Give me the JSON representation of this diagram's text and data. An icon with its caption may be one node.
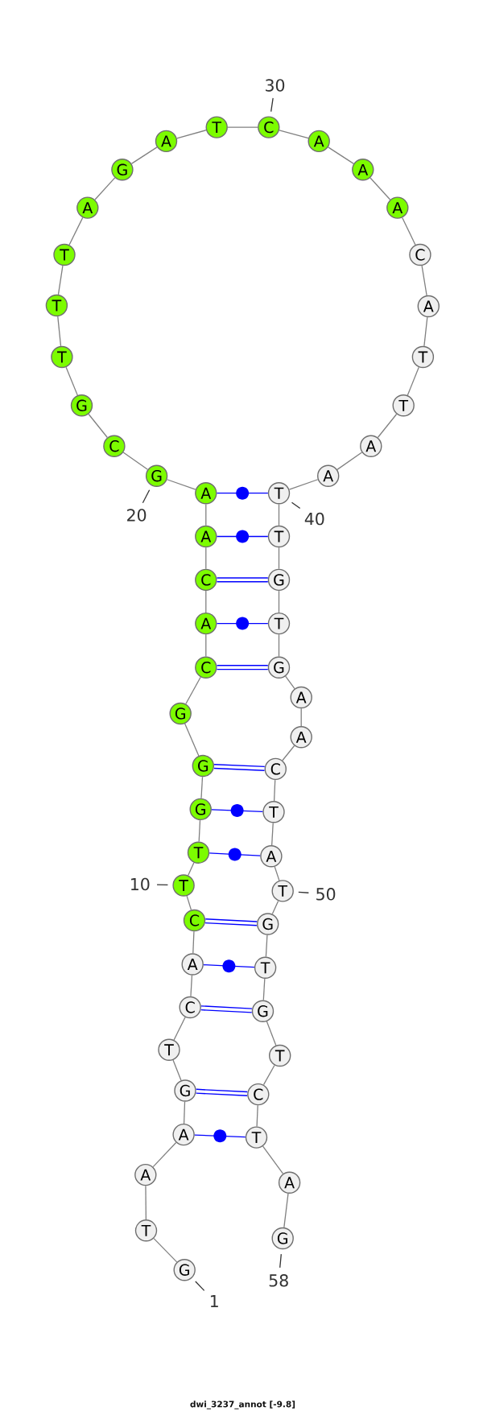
{
  "diagram": {
    "caption": "dwi_3237_annot [-9.8]",
    "nodes": [
      {
        "text": [
          "G"
        ]
      },
      {
        "text": [
          "T"
        ]
      },
      {
        "text": [
          "A"
        ]
      },
      {
        "text": [
          "A"
        ]
      },
      {
        "text": [
          "G"
        ]
      },
      {
        "text": [
          "T"
        ]
      },
      {
        "text": [
          "C"
        ]
      },
      {
        "text": [
          "A"
        ]
      },
      {
        "text": [
          "C"
        ]
      },
      {
        "text": [
          "T"
        ]
      },
      {
        "text": [
          "T"
        ]
      },
      {
        "text": [
          "G"
        ]
      },
      {
        "text": [
          "G"
        ]
      },
      {
        "text": [
          "G"
        ]
      },
      {
        "text": [
          "C"
        ]
      },
      {
        "text": [
          "A"
        ]
      },
      {
        "text": [
          "C"
        ]
      },
      {
        "text": [
          "A"
        ]
      },
      {
        "text": [
          "A"
        ]
      },
      {
        "text": [
          "G"
        ]
      },
      {
        "text": [
          "C"
        ]
      },
      {
        "text": [
          "G"
        ]
      },
      {
        "text": [
          "T"
        ]
      },
      {
        "text": [
          "T"
        ]
      },
      {
        "text": [
          "T"
        ]
      },
      {
        "text": [
          "A"
        ]
      },
      {
        "text": [
          "G"
        ]
      },
      {
        "text": [
          "A"
        ]
      },
      {
        "text": [
          "T"
        ]
      },
      {
        "text": [
          "C"
        ]
      },
      {
        "text": [
          "A"
        ]
      },
      {
        "text": [
          "A"
        ]
      },
      {
        "text": [
          "A"
        ]
      },
      {
        "text": [
          "C"
        ]
      },
      {
        "text": [
          "A"
        ]
      },
      {
        "text": [
          "T"
        ]
      },
      {
        "text": [
          "T"
        ]
      },
      {
        "text": [
          "A"
        ]
      },
      {
        "text": [
          "A"
        ]
      },
      {
        "text": [
          "T"
        ]
      },
      {
        "text": [
          "T"
        ]
      },
      {
        "text": [
          "G"
        ]
      },
      {
        "text": [
          "T"
        ]
      },
      {
        "text": [
          "G"
        ]
      },
      {
        "text": [
          "A"
        ]
      },
      {
        "text": [
          "A"
        ]
      },
      {
        "text": [
          "C"
        ]
      },
      {
        "text": [
          "T"
        ]
      },
      {
        "text": [
          "A"
        ]
      },
      {
        "text": [
          "T"
        ]
      },
      {
        "text": [
          "G"
        ]
      },
      {
        "text": [
          "T"
        ]
      },
      {
        "text": [
          "G"
        ]
      },
      {
        "text": [
          "T"
        ]
      },
      {
        "text": [
          "C"
        ]
      },
      {
        "text": [
          "T"
        ]
      },
      {
        "text": [
          "A"
        ]
      },
      {
        "text": [
          "G"
        ]
      },
      {
        "text": [
          "1"
        ]
      },
      {
        "text": [
          "10"
        ]
      },
      {
        "text": [
          "20"
        ]
      },
      {
        "text": [
          "30"
        ]
      },
      {
        "text": [
          "40"
        ]
      },
      {
        "text": [
          "50"
        ]
      },
      {
        "text": [
          "58"
        ]
      }
    ],
    "edges": [
      {
        "from": 0,
        "to": 1,
        "arrow": "none"
      },
      {
        "from": 1,
        "to": 2,
        "arrow": "none"
      },
      {
        "from": 2,
        "to": 3,
        "arrow": "none"
      },
      {
        "from": 3,
        "to": 4,
        "arrow": "none"
      },
      {
        "from": 4,
        "to": 5,
        "arrow": "none"
      },
      {
        "from": 5,
        "to": 6,
        "arrow": "none"
      },
      {
        "from": 6,
        "to": 7,
        "arrow": "none"
      },
      {
        "from": 7,
        "to": 8,
        "arrow": "none"
      },
      {
        "from": 8,
        "to": 9,
        "arrow": "none"
      },
      {
        "from": 9,
        "to": 10,
        "arrow": "none"
      },
      {
        "from": 10,
        "to": 11,
        "arrow": "none"
      },
      {
        "from": 11,
        "to": 12,
        "arrow": "none"
      },
      {
        "from": 12,
        "to": 13,
        "arrow": "none"
      },
      {
        "from": 13,
        "to": 14,
        "arrow": "none"
      },
      {
        "from": 14,
        "to": 15,
        "arrow": "none"
      },
      {
        "from": 15,
        "to": 16,
        "arrow": "none"
      },
      {
        "from": 16,
        "to": 17,
        "arrow": "none"
      },
      {
        "from": 17,
        "to": 18,
        "arrow": "none"
      },
      {
        "from": 18,
        "to": 19,
        "arrow": "none"
      },
      {
        "from": 19,
        "to": 20,
        "arrow": "none"
      },
      {
        "from": 20,
        "to": 21,
        "arrow": "none"
      },
      {
        "from": 21,
        "to": 22,
        "arrow": "none"
      },
      {
        "from": 22,
        "to": 23,
        "arrow": "none"
      },
      {
        "from": 23,
        "to": 24,
        "arrow": "none"
      },
      {
        "from": 24,
        "to": 25,
        "arrow": "none"
      },
      {
        "from": 25,
        "to": 26,
        "arrow": "none"
      },
      {
        "from": 26,
        "to": 27,
        "arrow": "none"
      },
      {
        "from": 27,
        "to": 28,
        "arrow": "none"
      },
      {
        "from": 28,
        "to": 29,
        "arrow": "none"
      },
      {
        "from": 29,
        "to": 30,
        "arrow": "none"
      },
      {
        "from": 30,
        "to": 31,
        "arrow": "none"
      },
      {
        "from": 31,
        "to": 32,
        "arrow": "none"
      },
      {
        "from": 32,
        "to": 33,
        "arrow": "none"
      },
      {
        "from": 33,
        "to": 34,
        "arrow": "none"
      },
      {
        "from": 34,
        "to": 35,
        "arrow": "none"
      },
      {
        "from": 35,
        "to": 36,
        "arrow": "none"
      },
      {
        "from": 36,
        "to": 37,
        "arrow": "none"
      },
      {
        "from": 37,
        "to": 38,
        "arrow": "none"
      },
      {
        "from": 38,
        "to": 39,
        "arrow": "none"
      },
      {
        "from": 39,
        "to": 40,
        "arrow": "none"
      },
      {
        "from": 40,
        "to": 41,
        "arrow": "none"
      },
      {
        "from": 41,
        "to": 42,
        "arrow": "none"
      },
      {
        "from": 42,
        "to": 43,
        "arrow": "none"
      },
      {
        "from": 43,
        "to": 44,
        "arrow": "none"
      },
      {
        "from": 44,
        "to": 45,
        "arrow": "none"
      },
      {
        "from": 45,
        "to": 46,
        "arrow": "none"
      },
      {
        "from": 46,
        "to": 47,
        "arrow": "none"
      },
      {
        "from": 47,
        "to": 48,
        "arrow": "none"
      },
      {
        "from": 48,
        "to": 49,
        "arrow": "none"
      },
      {
        "from": 49,
        "to": 50,
        "arrow": "none"
      },
      {
        "from": 50,
        "to": 51,
        "arrow": "none"
      },
      {
        "from": 51,
        "to": 52,
        "arrow": "none"
      },
      {
        "from": 52,
        "to": 53,
        "arrow": "none"
      },
      {
        "from": 53,
        "to": 54,
        "arrow": "none"
      },
      {
        "from": 54,
        "to": 55,
        "arrow": "none"
      },
      {
        "from": 55,
        "to": 56,
        "arrow": "none"
      },
      {
        "from": 56,
        "to": 57,
        "arrow": "none"
      },
      {
        "from": 18,
        "to": 39,
        "arrow": "none",
        "color": "#0000ff"
      },
      {
        "from": 17,
        "to": 40,
        "arrow": "none",
        "color": "#0000ff"
      },
      {
        "from": 16,
        "to": 41,
        "arrow": "none",
        "style": "thick",
        "color": "#0000ff"
      },
      {
        "from": 15,
        "to": 42,
        "arrow": "none",
        "color": "#0000ff"
      },
      {
        "from": 14,
        "to": 43,
        "arrow": "none",
        "style": "thick",
        "color": "#0000ff"
      },
      {
        "from": 12,
        "to": 46,
        "arrow": "none",
        "style": "thick",
        "color": "#0000ff"
      },
      {
        "from": 11,
        "to": 47,
        "arrow": "none",
        "color": "#0000ff"
      },
      {
        "from": 10,
        "to": 48,
        "arrow": "none",
        "color": "#0000ff"
      },
      {
        "from": 8,
        "to": 50,
        "arrow": "none",
        "style": "thick",
        "color": "#0000ff"
      },
      {
        "from": 7,
        "to": 51,
        "arrow": "none",
        "color": "#0000ff"
      },
      {
        "from": 6,
        "to": 52,
        "arrow": "none",
        "style": "thick",
        "color": "#0000ff"
      },
      {
        "from": 4,
        "to": 54,
        "arrow": "none",
        "style": "thick",
        "color": "#0000ff"
      },
      {
        "from": 3,
        "to": 55,
        "arrow": "none",
        "color": "#0000ff"
      },
      {
        "from": 58,
        "to": 0,
        "arrow": "none",
        "color": "#333333"
      },
      {
        "from": 59,
        "to": 9,
        "arrow": "none",
        "color": "#333333"
      },
      {
        "from": 60,
        "to": 19,
        "arrow": "none",
        "color": "#333333"
      },
      {
        "from": 61,
        "to": 29,
        "arrow": "none",
        "color": "#333333"
      },
      {
        "from": 62,
        "to": 39,
        "arrow": "none",
        "color": "#333333"
      },
      {
        "from": 63,
        "to": 49,
        "arrow": "none",
        "color": "#333333"
      },
      {
        "from": 64,
        "to": 57,
        "arrow": "none",
        "color": "#333333"
      }
    ]
  }
}
